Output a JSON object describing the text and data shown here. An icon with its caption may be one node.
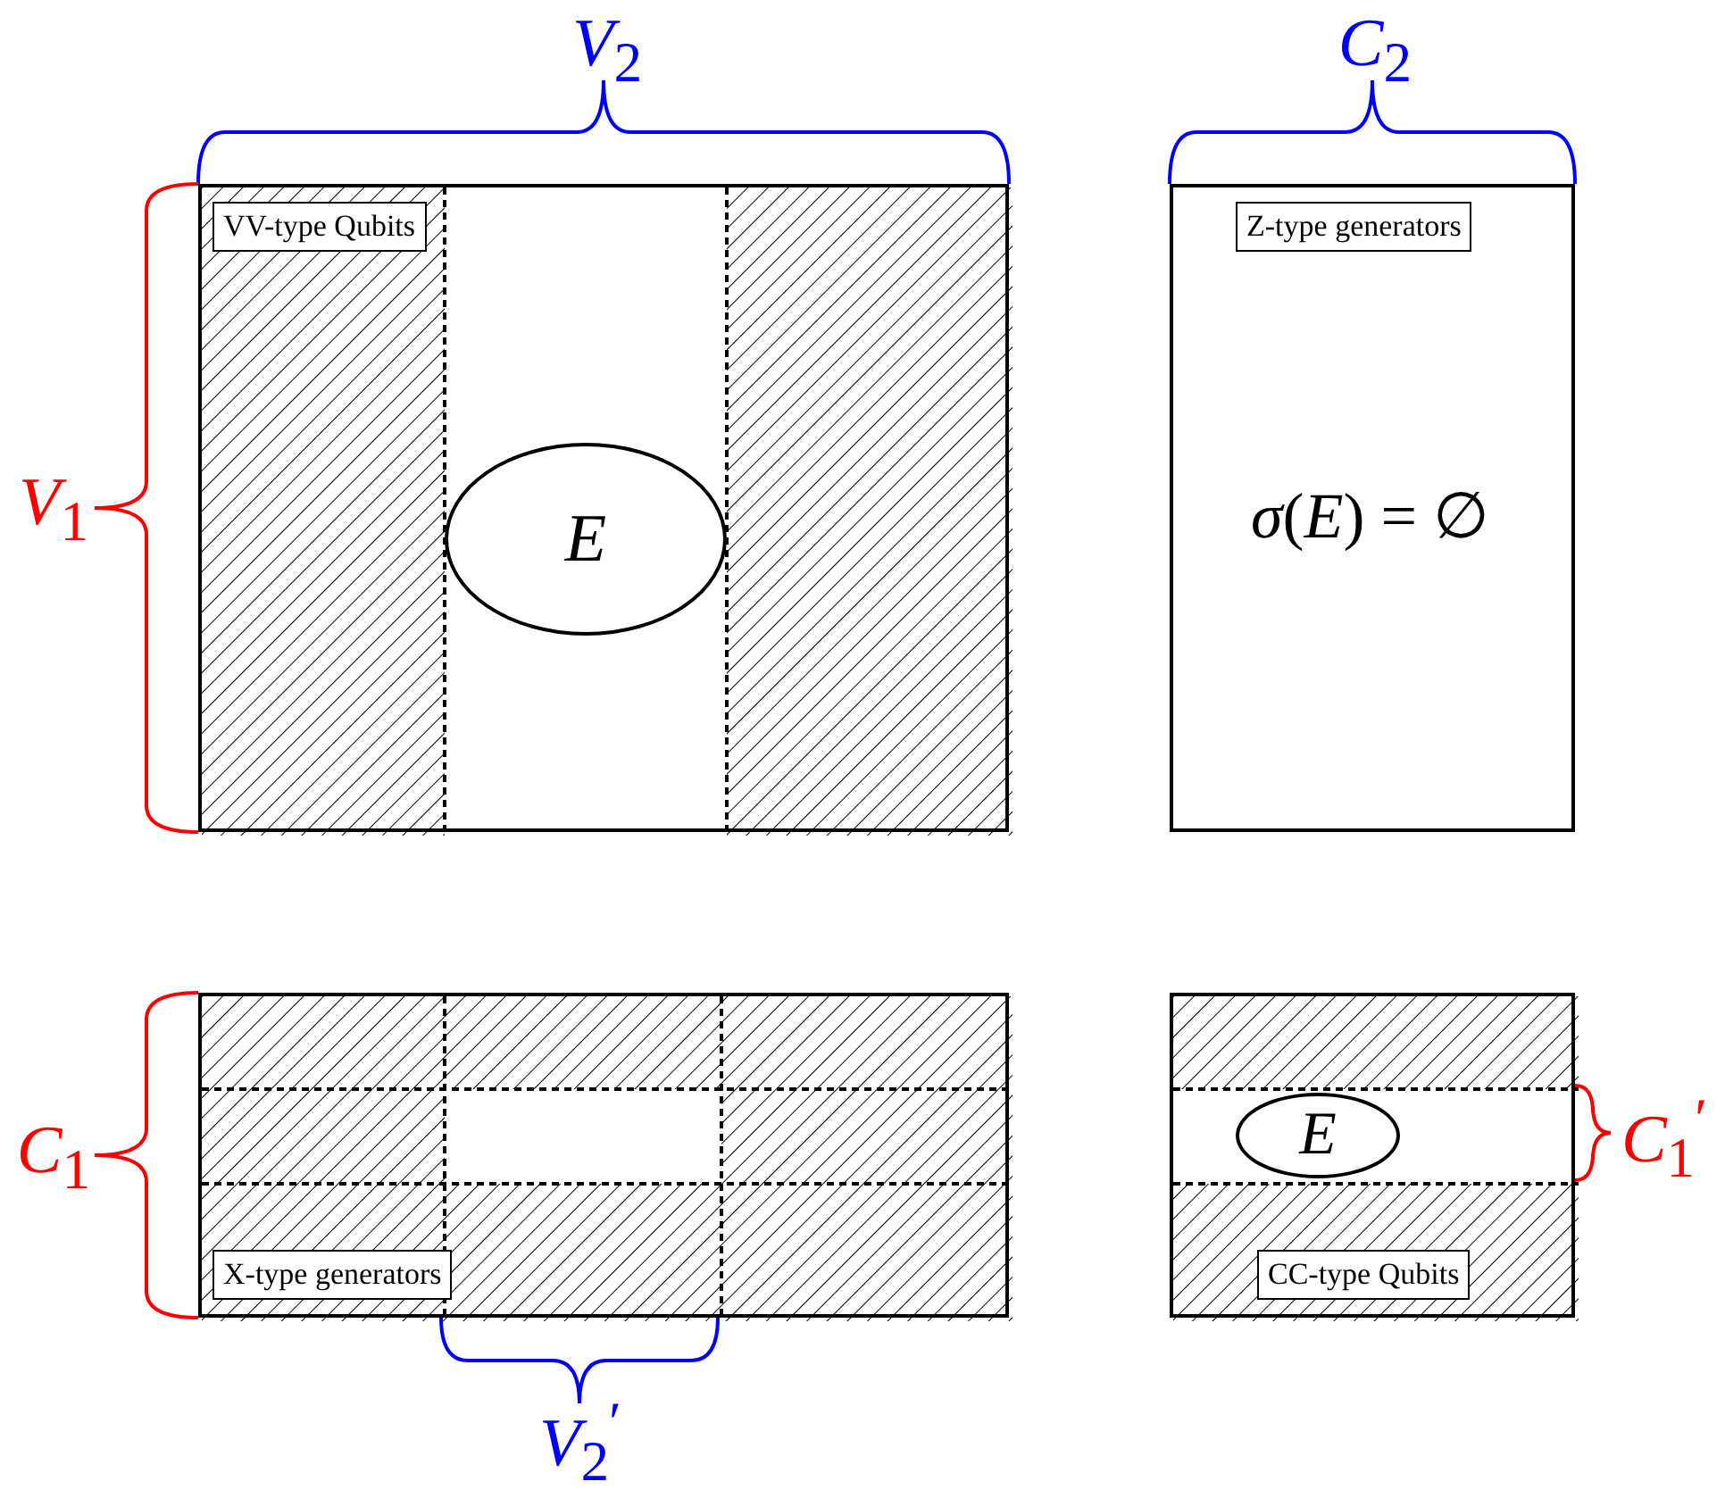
{
  "diagram": {
    "nodes": [
      {
        "text": [
          "VV-type Qubits"
        ]
      },
      {
        "text": [
          "E"
        ],
        "in": 0
      },
      {
        "text": [
          "Z-type generators",
          "*σ*(*E*) = ∅"
        ]
      },
      {
        "text": [
          "X-type generators"
        ]
      },
      {
        "text": [
          "CC-type Qubits"
        ]
      },
      {
        "text": [
          "E"
        ],
        "in": 4
      }
    ],
    "edges": [],
    "labels": [
      "*V*$_{2}$",
      "*C*$_{2}$",
      "*V*$_{1}$",
      "*C*$_{1}$",
      "*C*$_{1}$$^{′}$",
      "*V*$_{2}$$^{′}$"
    ]
  }
}
